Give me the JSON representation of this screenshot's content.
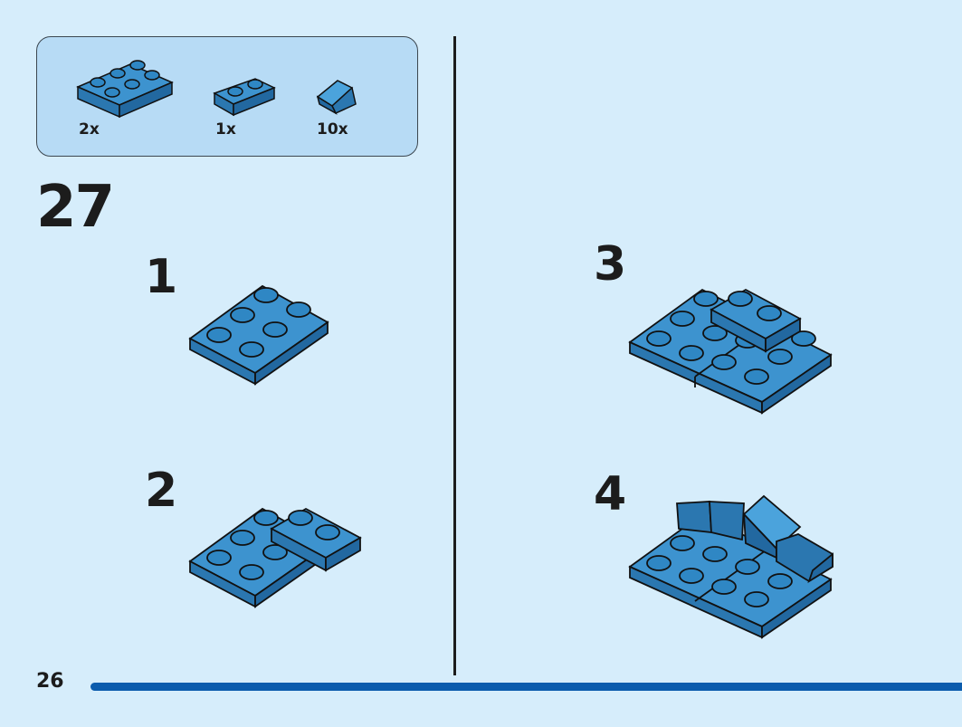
{
  "parts_list": {
    "items": [
      {
        "name": "plate-2x3",
        "count": "2x"
      },
      {
        "name": "plate-1x2",
        "count": "1x"
      },
      {
        "name": "slope-brick",
        "count": "10x"
      }
    ]
  },
  "step": {
    "number": "27",
    "substeps": [
      {
        "label": "1"
      },
      {
        "label": "2"
      },
      {
        "label": "3"
      },
      {
        "label": "4"
      }
    ]
  },
  "page": {
    "number": "26"
  },
  "colors": {
    "background": "#d6edfb",
    "parts_box": "#b7dbf5",
    "brick_top": "#3d93cf",
    "brick_side": "#2b77b0",
    "stud_top": "#2f87c4",
    "progress_bar": "#0b5cad"
  }
}
